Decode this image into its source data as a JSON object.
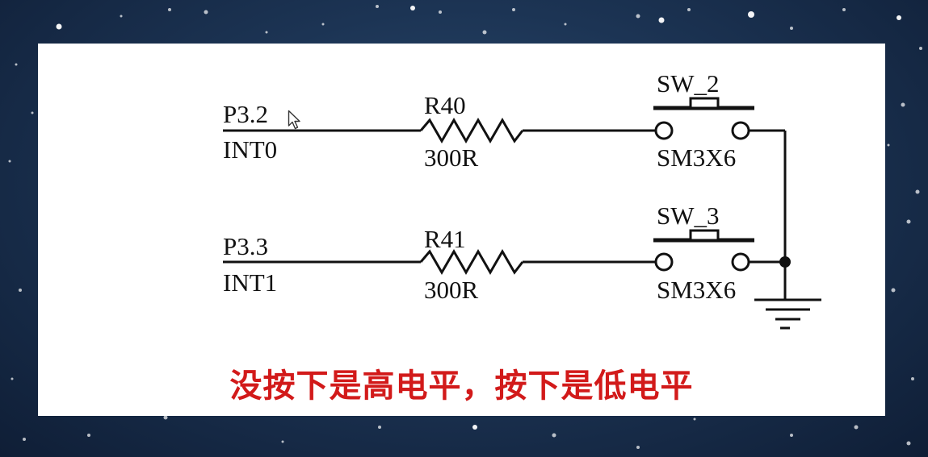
{
  "circuit": {
    "row1": {
      "pin": "P3.2",
      "function": "INT0",
      "resistor_ref": "R40",
      "resistor_value": "300R",
      "switch_ref": "SW_2",
      "switch_model": "SM3X6"
    },
    "row2": {
      "pin": "P3.3",
      "function": "INT1",
      "resistor_ref": "R41",
      "resistor_value": "300R",
      "switch_ref": "SW_3",
      "switch_model": "SM3X6"
    }
  },
  "caption": "没按下是高电平，按下是低电平",
  "colors": {
    "caption": "#d21a1a",
    "wire": "#111111",
    "panel": "#ffffff",
    "background": "#1c3454"
  },
  "icons": {
    "cursor": "mouse-pointer-icon",
    "ground": "ground-symbol-icon"
  }
}
